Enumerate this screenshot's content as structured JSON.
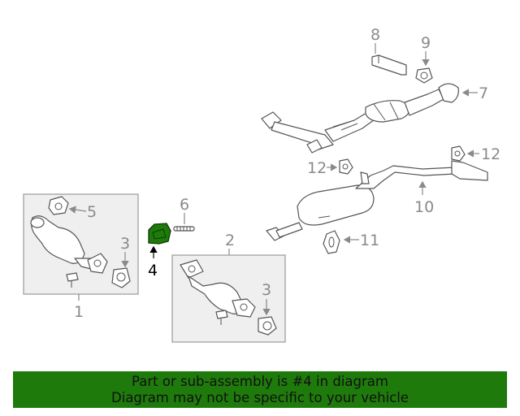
{
  "diagram": {
    "callouts": {
      "c1": "1",
      "c2": "2",
      "c3a": "3",
      "c3b": "3",
      "c4": "4",
      "c5": "5",
      "c6": "6",
      "c7": "7",
      "c8": "8",
      "c9": "9",
      "c10": "10",
      "c11": "11",
      "c12a": "12",
      "c12b": "12"
    },
    "highlight_color": "#1f7a0c"
  },
  "banner": {
    "line1": "Part or sub-assembly is #4 in diagram",
    "line2": "Diagram may not be specific to your vehicle",
    "background": "#1f7a0c"
  }
}
